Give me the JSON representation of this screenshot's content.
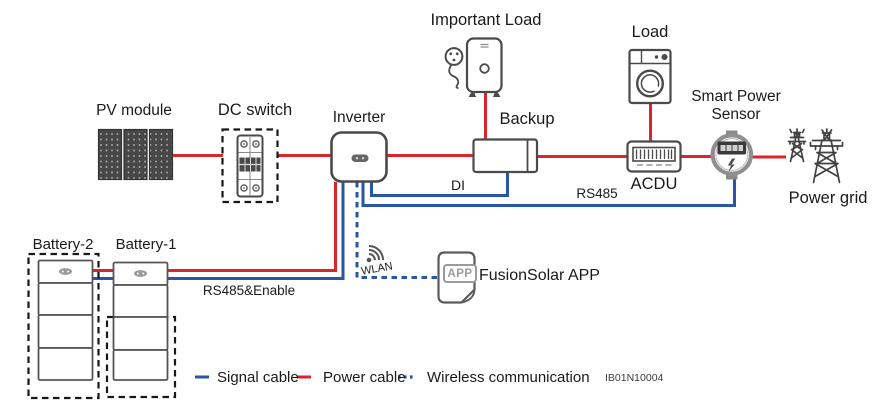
{
  "diagram": {
    "nodes": {
      "pv_module": {
        "label": "PV module"
      },
      "dc_switch": {
        "label": "DC switch"
      },
      "inverter": {
        "label": "Inverter"
      },
      "important_load": {
        "label": "Important Load"
      },
      "backup": {
        "label": "Backup"
      },
      "load": {
        "label": "Load"
      },
      "acdu": {
        "label": "ACDU"
      },
      "smart_power_sensor": {
        "label_line_1": "Smart Power",
        "label_line_2": "Sensor"
      },
      "power_grid": {
        "label": "Power grid"
      },
      "battery_1": {
        "label": "Battery-1"
      },
      "battery_2": {
        "label": "Battery-2"
      },
      "wlan": {
        "label": "WLAN"
      },
      "fusionsolar_app": {
        "badge": "APP",
        "label": "FusionSolar APP"
      }
    },
    "cable_labels": {
      "rs485_enable": "RS485&Enable",
      "di": "DI",
      "rs485": "RS485"
    },
    "legend": {
      "signal": "Signal cable",
      "power": "Power cable",
      "wireless": "Wireless communication",
      "doc_code": "IB01N10004"
    },
    "colors": {
      "power": "#d9262d",
      "signal": "#2757a4",
      "text": "#1a1a1a",
      "icon_stroke": "#4a4a4a"
    }
  }
}
